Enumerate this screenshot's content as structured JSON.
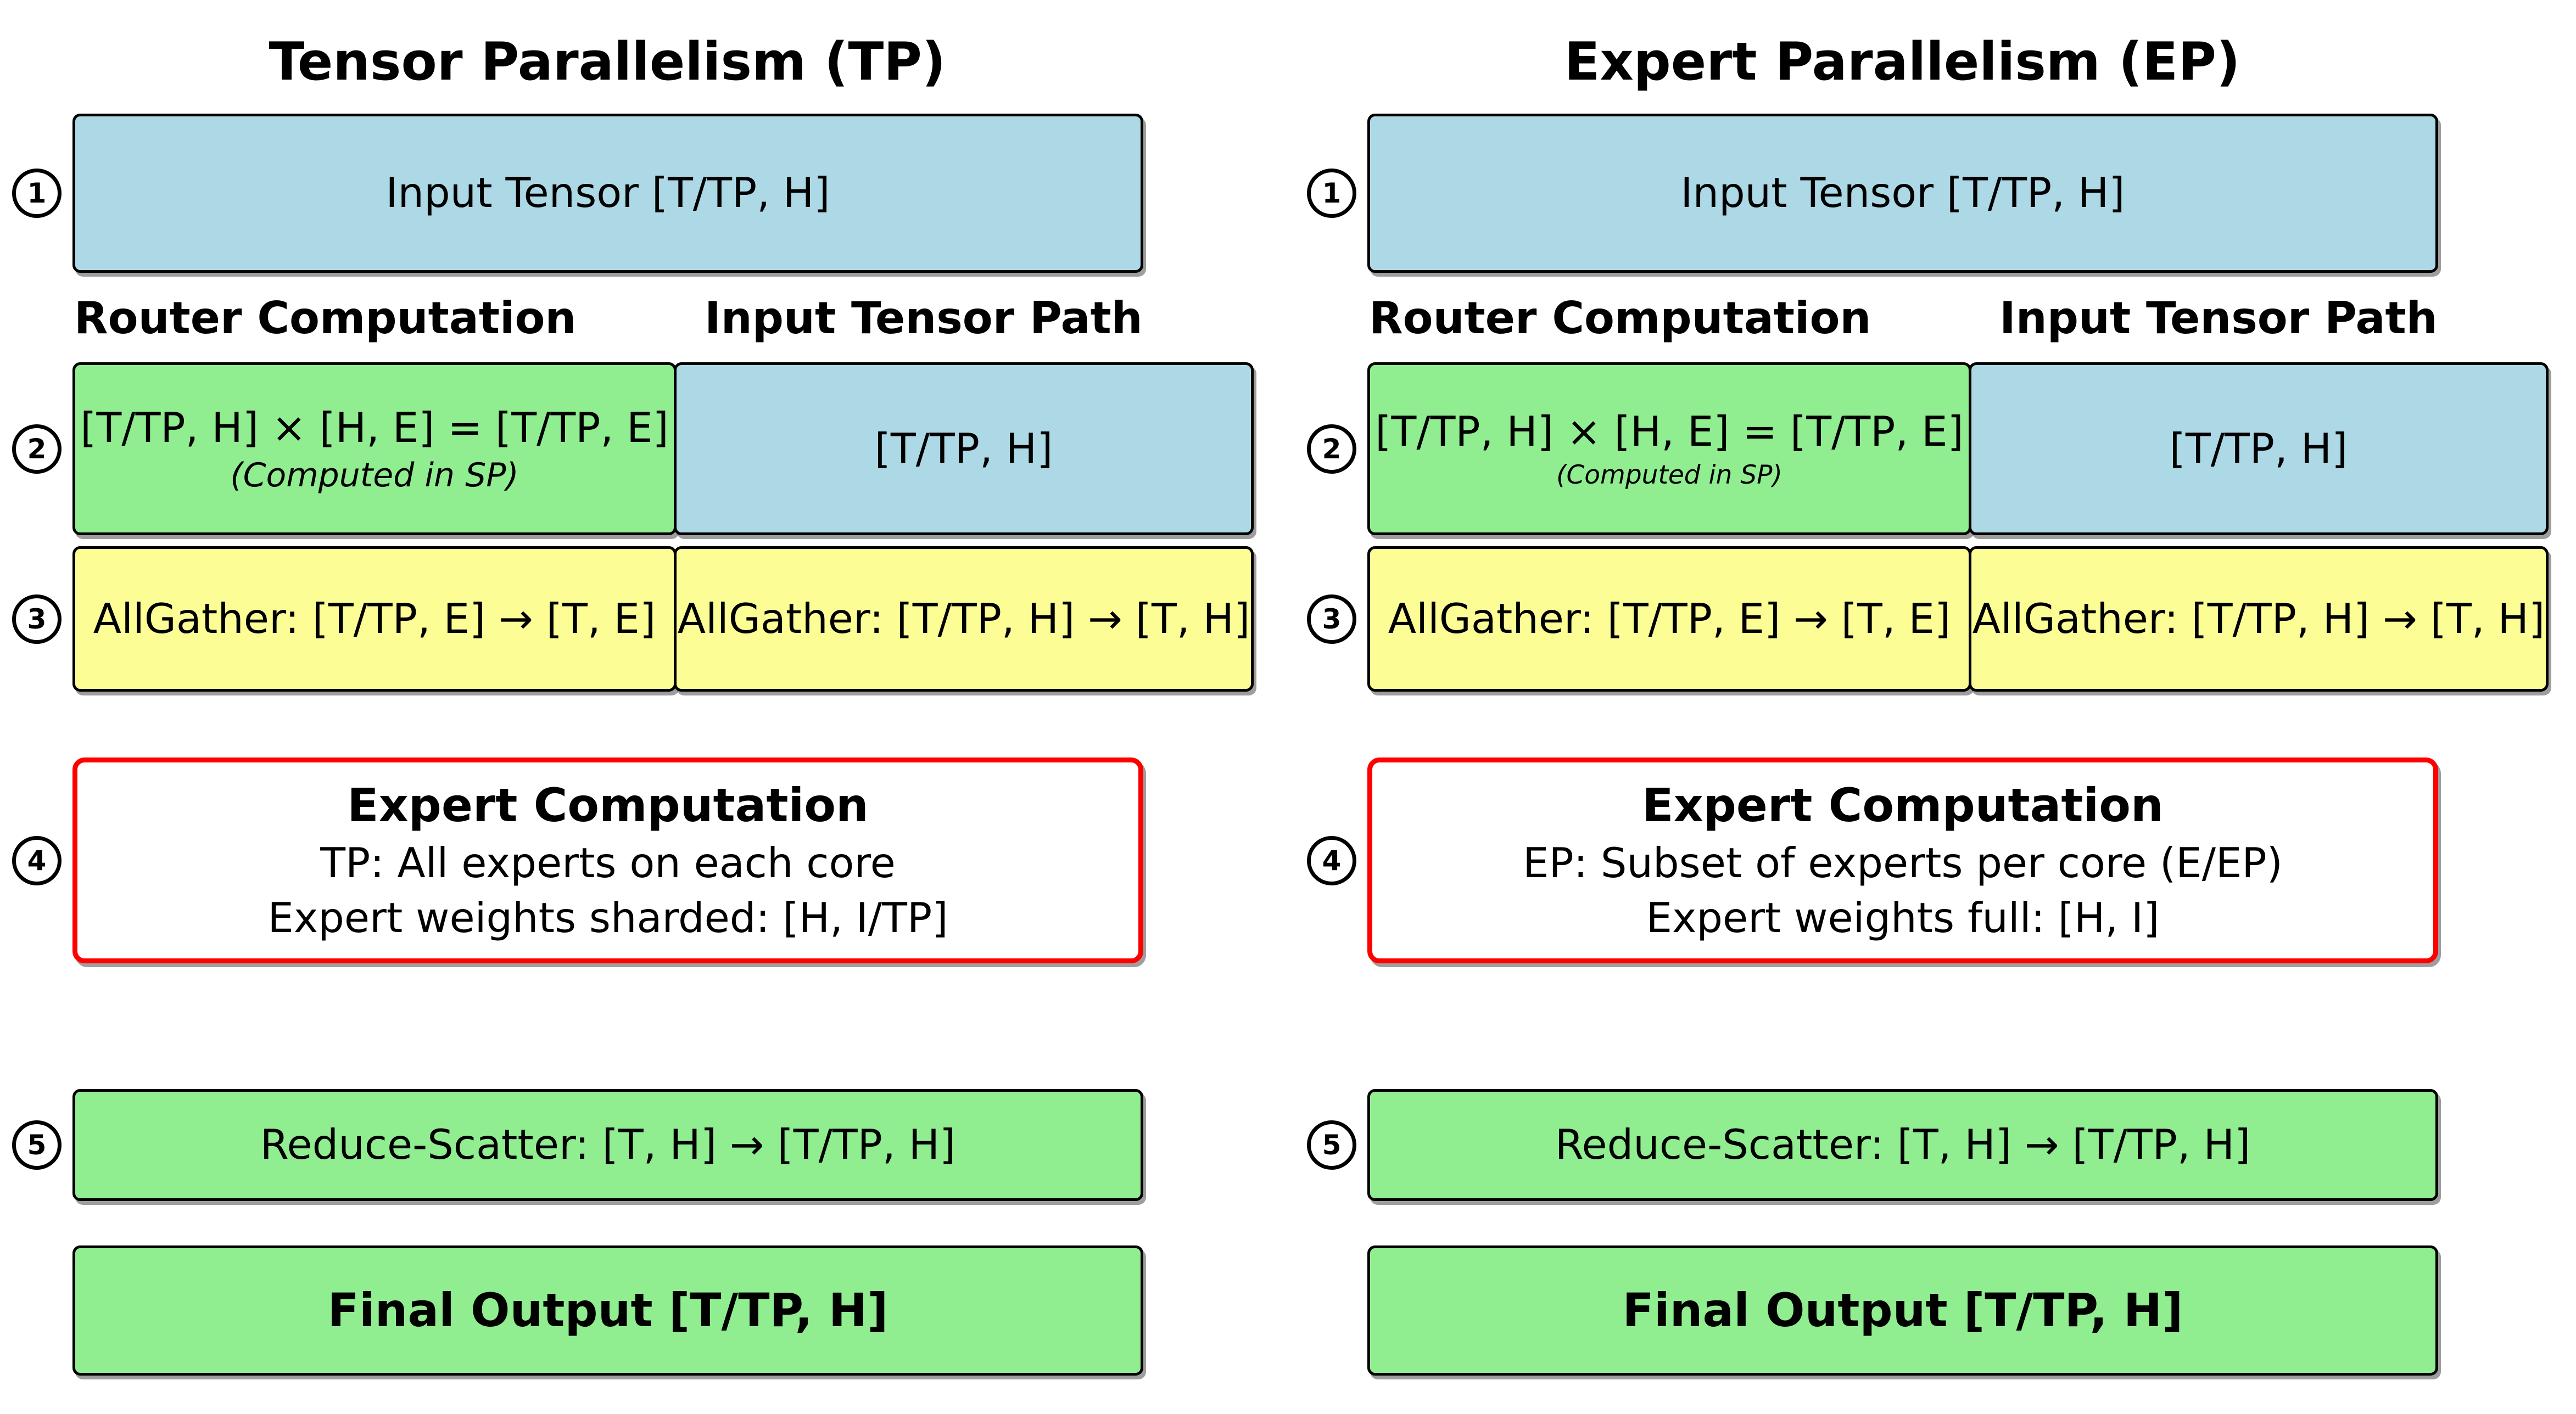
{
  "diagram": {
    "colors": {
      "input_tensor_blue": "#ADD8E6",
      "compute_green": "#90EE90",
      "allgather_yellow": "#FDFD96",
      "expert_border_red": "#FF0000",
      "border_black": "#000000"
    }
  },
  "columns": [
    {
      "title": "Tensor Parallelism (TP)",
      "step_labels": [
        "1",
        "2",
        "3",
        "4",
        "5"
      ],
      "input_tensor": "Input Tensor [T/TP, H]",
      "router_header": "Router Computation",
      "path_header": "Input Tensor Path",
      "router_formula": "[T/TP, H] × [H, E] = [T/TP, E]",
      "router_note": "(Computed in SP)",
      "path_value": "[T/TP, H]",
      "allgather_router": "AllGather: [T/TP, E] → [T, E]",
      "allgather_path": "AllGather: [T/TP, H] → [T, H]",
      "expert_title": "Expert Computation",
      "expert_line1": "TP: All experts on each core",
      "expert_line2": "Expert weights sharded: [H, I/TP]",
      "reduce_scatter": "Reduce-Scatter: [T, H] → [T/TP, H]",
      "final_output": "Final Output [T/TP, H]"
    },
    {
      "title": "Expert Parallelism (EP)",
      "step_labels": [
        "1",
        "2",
        "3",
        "4",
        "5"
      ],
      "input_tensor": "Input Tensor [T/TP, H]",
      "router_header": "Router Computation",
      "path_header": "Input Tensor Path",
      "router_formula": "[T/TP, H] × [H, E] = [T/TP, E]",
      "router_note": "(Computed in SP)",
      "path_value": "[T/TP, H]",
      "allgather_router": "AllGather: [T/TP, E] → [T, E]",
      "allgather_path": "AllGather: [T/TP, H] → [T, H]",
      "expert_title": "Expert Computation",
      "expert_line1": "EP: Subset of experts per core (E/EP)",
      "expert_line2": "Expert weights full: [H, I]",
      "reduce_scatter": "Reduce-Scatter: [T, H] → [T/TP, H]",
      "final_output": "Final Output [T/TP, H]"
    }
  ]
}
